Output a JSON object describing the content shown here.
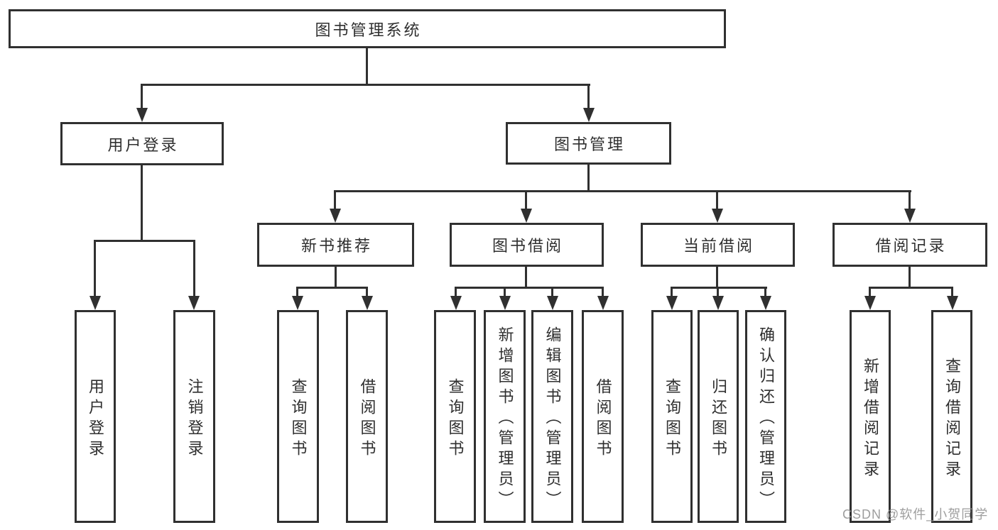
{
  "tree": {
    "label": "图书管理系统",
    "children": [
      {
        "label": "用户登录",
        "children": [
          {
            "label": "用户登录"
          },
          {
            "label": "注销登录"
          }
        ]
      },
      {
        "label": "图书管理",
        "children": [
          {
            "label": "新书推荐",
            "children": [
              {
                "label": "查询图书"
              },
              {
                "label": "借阅图书"
              }
            ]
          },
          {
            "label": "图书借阅",
            "children": [
              {
                "label": "查询图书"
              },
              {
                "label": "新增图书（管理员）"
              },
              {
                "label": "编辑图书（管理员）"
              },
              {
                "label": "借阅图书"
              }
            ]
          },
          {
            "label": "当前借阅",
            "children": [
              {
                "label": "查询图书"
              },
              {
                "label": "归还图书"
              },
              {
                "label": "确认归还（管理员）"
              }
            ]
          },
          {
            "label": "借阅记录",
            "children": [
              {
                "label": "新增借阅记录"
              },
              {
                "label": "查询借阅记录"
              }
            ]
          }
        ]
      }
    ]
  },
  "watermark": "CSDN @软件_小贺同学",
  "colors": {
    "line": "#303030",
    "text": "#2f2f2f",
    "watermark": "#949494",
    "background": "#ffffff"
  }
}
